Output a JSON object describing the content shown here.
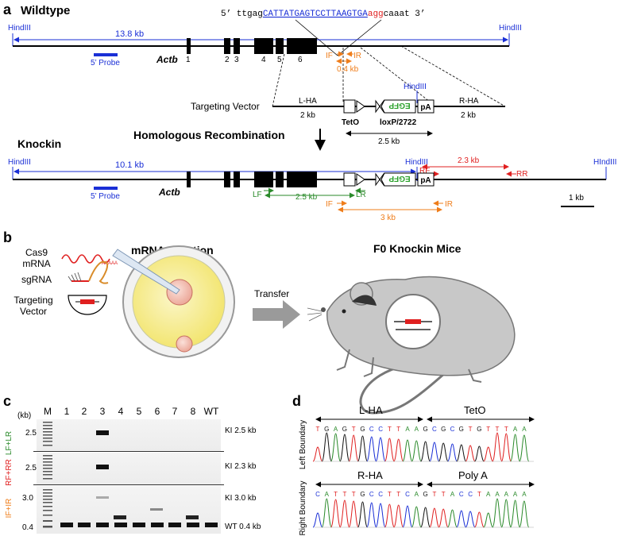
{
  "colors": {
    "blue": "#1a2fd6",
    "orange": "#ef7d1a",
    "green": "#2a8a2a",
    "red": "#e02020",
    "egfp": "#2aa02a",
    "black": "#000000",
    "gray": "#9a9a9a"
  },
  "panel_a": {
    "letter": "a",
    "wildtype_title": "Wildtype",
    "seq_prefix": "5’ ttgag",
    "seq_target": "CATTATGAGTCCTTAAGTGA",
    "seq_pam": "agg",
    "seq_suffix": "caaat 3’",
    "wt_hind_left": "HindIII",
    "wt_hind_right": "HindIII",
    "wt_dist": "13.8 kb",
    "probe": "5’ Probe",
    "gene": "Actb",
    "exons": [
      "1",
      "2",
      "3",
      "4",
      "5",
      "6"
    ],
    "if_label": "IF",
    "ir_label": "IR",
    "wt_product": "0.4 kb",
    "tv_label": "Targeting Vector",
    "lha": "L-HA",
    "lha_size": "2 kb",
    "rha": "R-HA",
    "rha_size": "2 kb",
    "tv_hind": "HindIII",
    "egfp": "EGFP",
    "pa": "pA",
    "teto": "TetO",
    "loxp": "loxP/2722",
    "cassette_size": "2.5 kb",
    "hr_title": "Homologous Recombination",
    "knockin_title": "Knockin",
    "ki_hind_left": "HindIII",
    "ki_hind_mid": "HindIII",
    "ki_hind_right": "HIndIII",
    "ki_dist": "10.1 kb",
    "rf": "RF",
    "rr": "RR",
    "rf_rr_size": "2.3 kb",
    "lf": "LF",
    "lr": "LR",
    "lf_lr_size": "2.5 kb",
    "if_ir_size": "3 kb",
    "scale": "1 kb"
  },
  "panel_b": {
    "letter": "b",
    "cas9": "Cas9",
    "mrna": "mRNA",
    "polyA": "AAAAA",
    "sgrna": "sgRNA",
    "targeting": "Targeting",
    "vector": "Vector",
    "injection_title": "mRNA Injection",
    "transfer": "Transfer",
    "mice_title": "F0 Knockin Mice"
  },
  "panel_c": {
    "letter": "c",
    "kb_label": "(kb)",
    "lanes": [
      "M",
      "1",
      "2",
      "3",
      "4",
      "5",
      "6",
      "7",
      "8",
      "WT"
    ],
    "row_labels": [
      "LF+LR",
      "RF+RR",
      "IF+IR"
    ],
    "ladder_ticks": [
      "2.5",
      "2.5",
      "3.0",
      "0.4"
    ],
    "band_labels": [
      "KI 2.5 kb",
      "KI 2.3 kb",
      "KI 3.0 kb",
      "WT 0.4 kb"
    ]
  },
  "panel_d": {
    "letter": "d",
    "left_boundary": "Left Boundary",
    "right_boundary": "Right Boundary",
    "lha": "L-HA",
    "teto": "TetO",
    "rha": "R-HA",
    "polya": "Poly A",
    "seq_top": [
      "T",
      "G",
      "A",
      "G",
      "T",
      "G",
      "C",
      "C",
      "T",
      "T",
      "A",
      "A",
      "G",
      "C",
      "G",
      "C",
      "G",
      "T",
      "G",
      "T",
      "T",
      "T",
      "A",
      "A"
    ],
    "seq_bottom": [
      "C",
      "A",
      "T",
      "T",
      "T",
      "G",
      "C",
      "C",
      "T",
      "T",
      "C",
      "A",
      "G",
      "T",
      "T",
      "A",
      "C",
      "C",
      "T",
      "A",
      "A",
      "A",
      "A",
      "A"
    ]
  }
}
